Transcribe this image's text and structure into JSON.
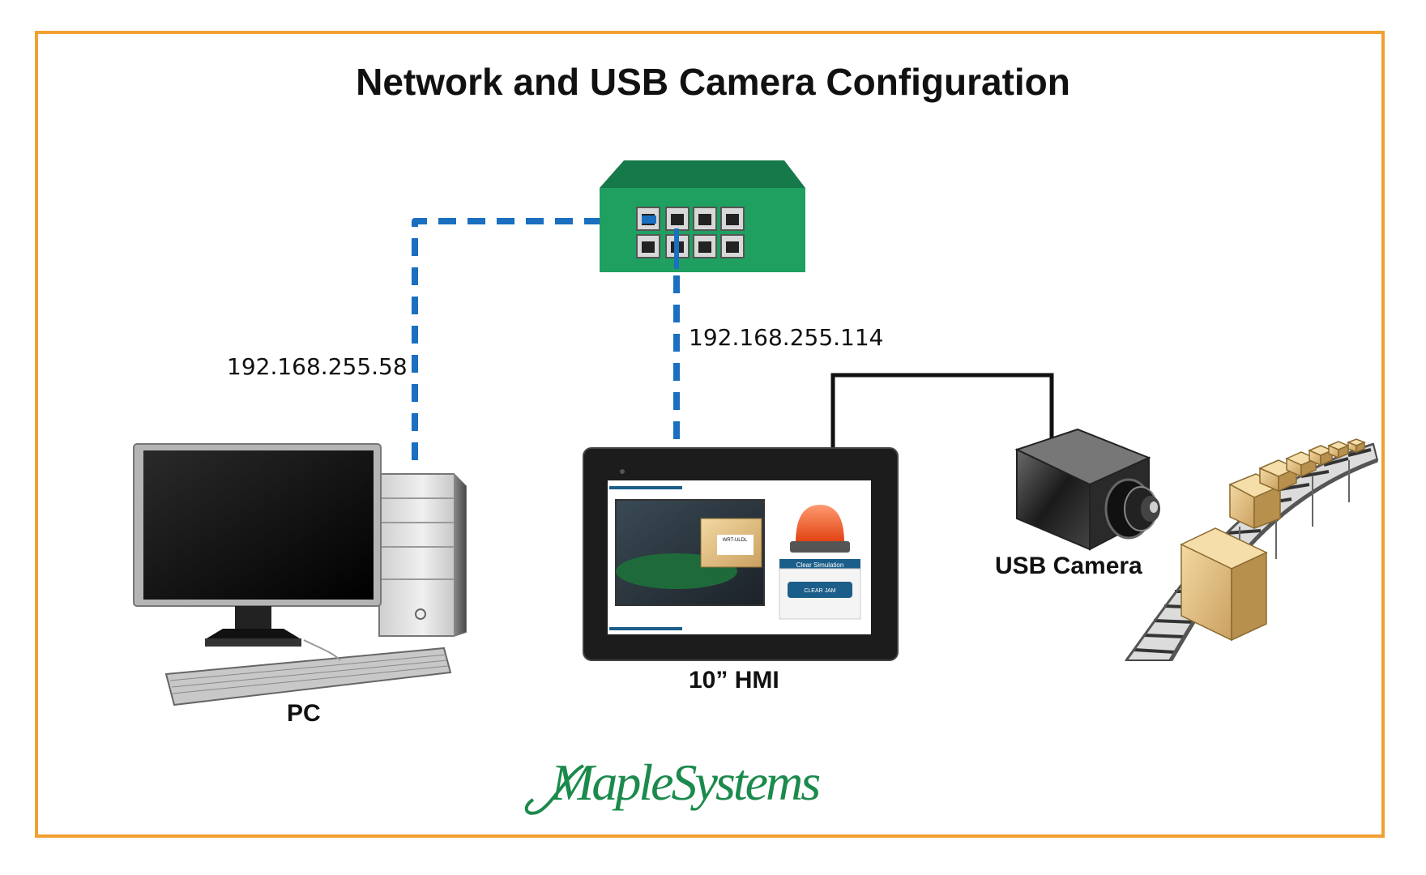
{
  "title": "Network and USB Camera Configuration",
  "ip_pc": "192.168.255.58",
  "ip_hmi": "192.168.255.114",
  "labels": {
    "pc": "PC",
    "hmi": "10” HMI",
    "usb_camera": "USB Camera"
  },
  "hmi_screen": {
    "button_header": "Clear Simulation",
    "button_label": "CLEAR JAM",
    "box_label": "WRT-ULDL"
  },
  "logo": "MapleSystems",
  "colors": {
    "frame": "#F0A030",
    "ethernet": "#1A6FC0",
    "usb": "#111111",
    "switch": "#1FA060",
    "logo": "#1B8A4C"
  }
}
